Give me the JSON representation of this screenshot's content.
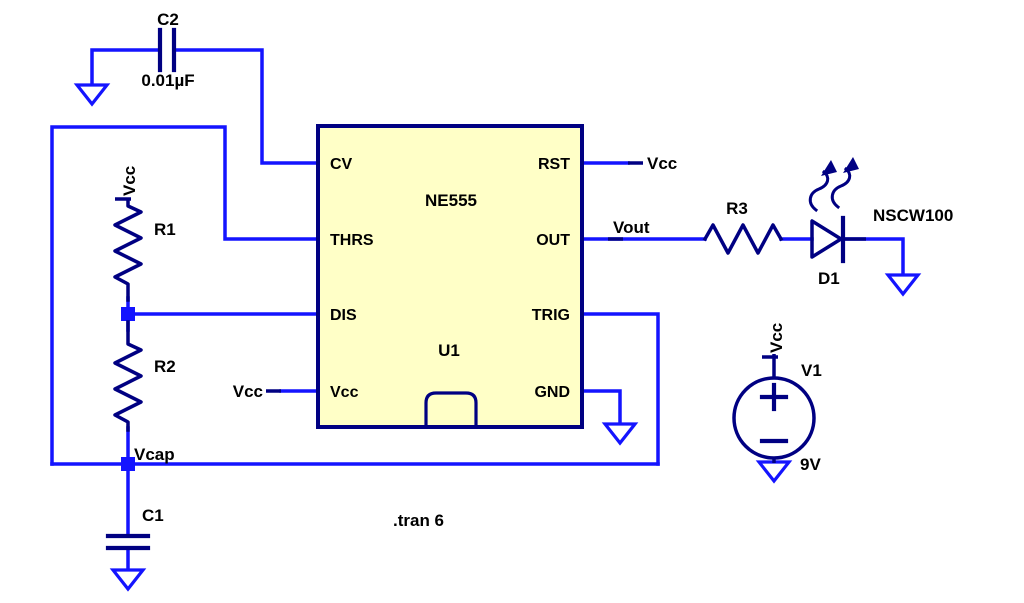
{
  "colors": {
    "wire": "#1414ff",
    "component": "#000082",
    "text": "#000000",
    "ic_fill": "#ffffc7"
  },
  "ic": {
    "designator": "U1",
    "part": "NE555",
    "pins_left": [
      "CV",
      "THRS",
      "DIS",
      "Vcc"
    ],
    "pins_right": [
      "RST",
      "OUT",
      "TRIG",
      "GND"
    ]
  },
  "components": {
    "c2": {
      "name": "C2",
      "value": "0.01µF"
    },
    "r1": {
      "name": "R1"
    },
    "r2": {
      "name": "R2"
    },
    "r3": {
      "name": "R3"
    },
    "c1": {
      "name": "C1"
    },
    "d1": {
      "name": "D1",
      "part": "NSCW100"
    },
    "v1": {
      "name": "V1",
      "value": "9V"
    }
  },
  "nets": {
    "vcc": "Vcc",
    "vout": "Vout",
    "vcap": "Vcap"
  },
  "directive": ".tran 6"
}
